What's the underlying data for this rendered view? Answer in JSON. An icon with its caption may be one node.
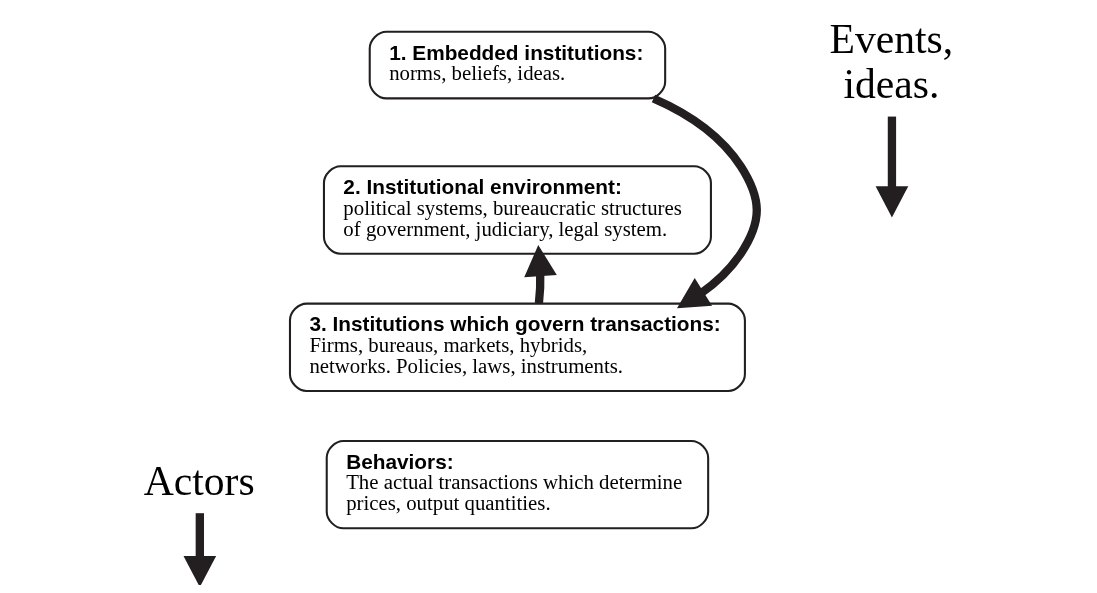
{
  "diagram": {
    "nodes": [
      {
        "text": [
          "1. Embedded institutions:",
          "norms, beliefs, ideas."
        ]
      },
      {
        "text": [
          "2. Institutional environment:",
          "political systems, bureaucratic structures of government, judiciary, legal system."
        ]
      },
      {
        "text": [
          "3. Institutions which govern transactions:",
          "Firms, bureaus, markets, hybrids, networks. Policies, laws, instruments."
        ]
      },
      {
        "text": [
          "Behaviors:",
          "The actual transactions which determine prices, output quantities."
        ]
      },
      {
        "text": [
          "Events, ideas."
        ]
      },
      {
        "text": [
          "Actors"
        ]
      }
    ],
    "edges": [
      {
        "from": 4,
        "to": null,
        "arrow": "to"
      },
      {
        "from": 0,
        "to": 2,
        "arrow": "to"
      },
      {
        "from": 2,
        "to": 1,
        "arrow": "to"
      },
      {
        "from": 5,
        "to": null,
        "arrow": "to"
      }
    ]
  }
}
